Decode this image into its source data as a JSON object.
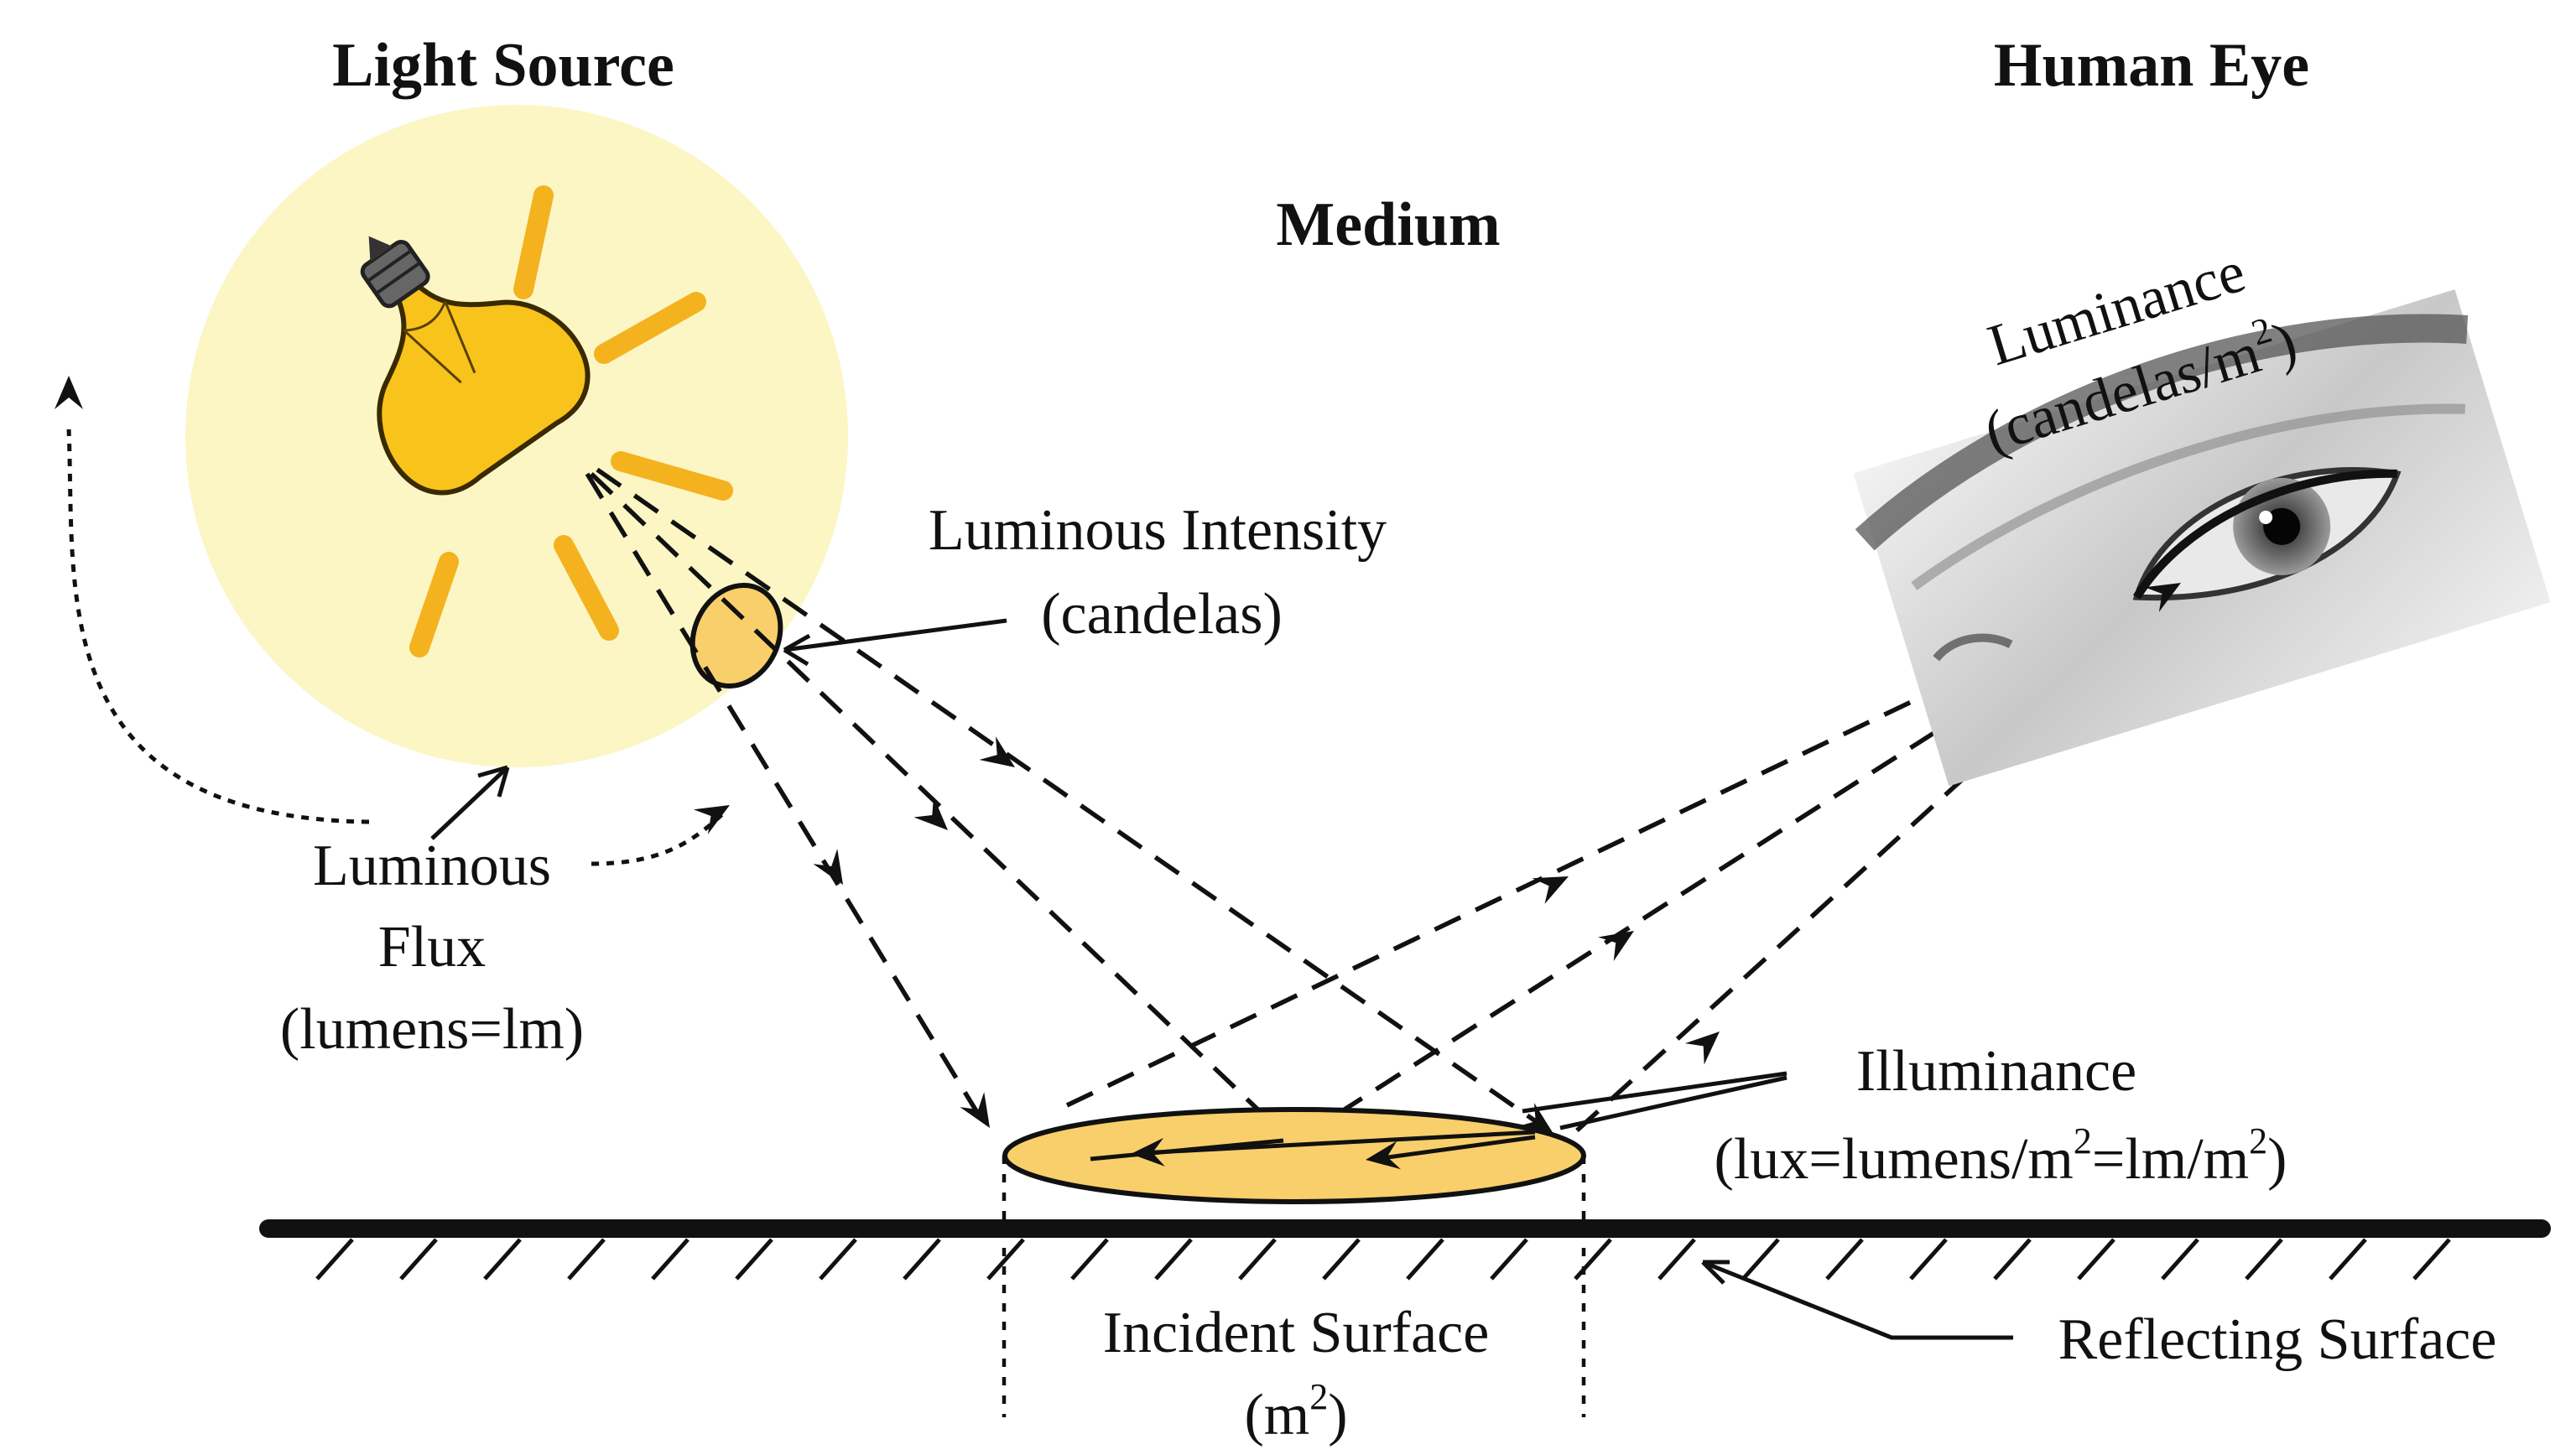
{
  "headers": {
    "light_source": "Light Source",
    "human_eye": "Human Eye",
    "medium": "Medium"
  },
  "labels": {
    "luminous_intensity": "Luminous Intensity",
    "luminous_intensity_unit": "(candelas)",
    "luminous_flux_1": "Luminous",
    "luminous_flux_2": "Flux",
    "luminous_flux_unit": "(lumens=lm)",
    "luminance": "Luminance",
    "luminance_unit_main": "(candelas/m",
    "luminance_unit_sup": "2",
    "luminance_unit_close": ")",
    "illuminance": "Illuminance",
    "illuminance_unit_a": "(lux=lumens/m",
    "illuminance_unit_sup1": "2",
    "illuminance_unit_b": "=lm/m",
    "illuminance_unit_sup2": "2",
    "illuminance_unit_close": ")",
    "incident_surface": "Incident Surface",
    "incident_unit_open": "(m",
    "incident_unit_sup": "2",
    "incident_unit_close": ")",
    "reflecting_surface": "Reflecting Surface"
  },
  "colors": {
    "glow": "#fbf6c4",
    "ray": "#f5b21f",
    "patch": "#f9cf6b",
    "bulb": "#f8c31a",
    "ink": "#111111"
  }
}
